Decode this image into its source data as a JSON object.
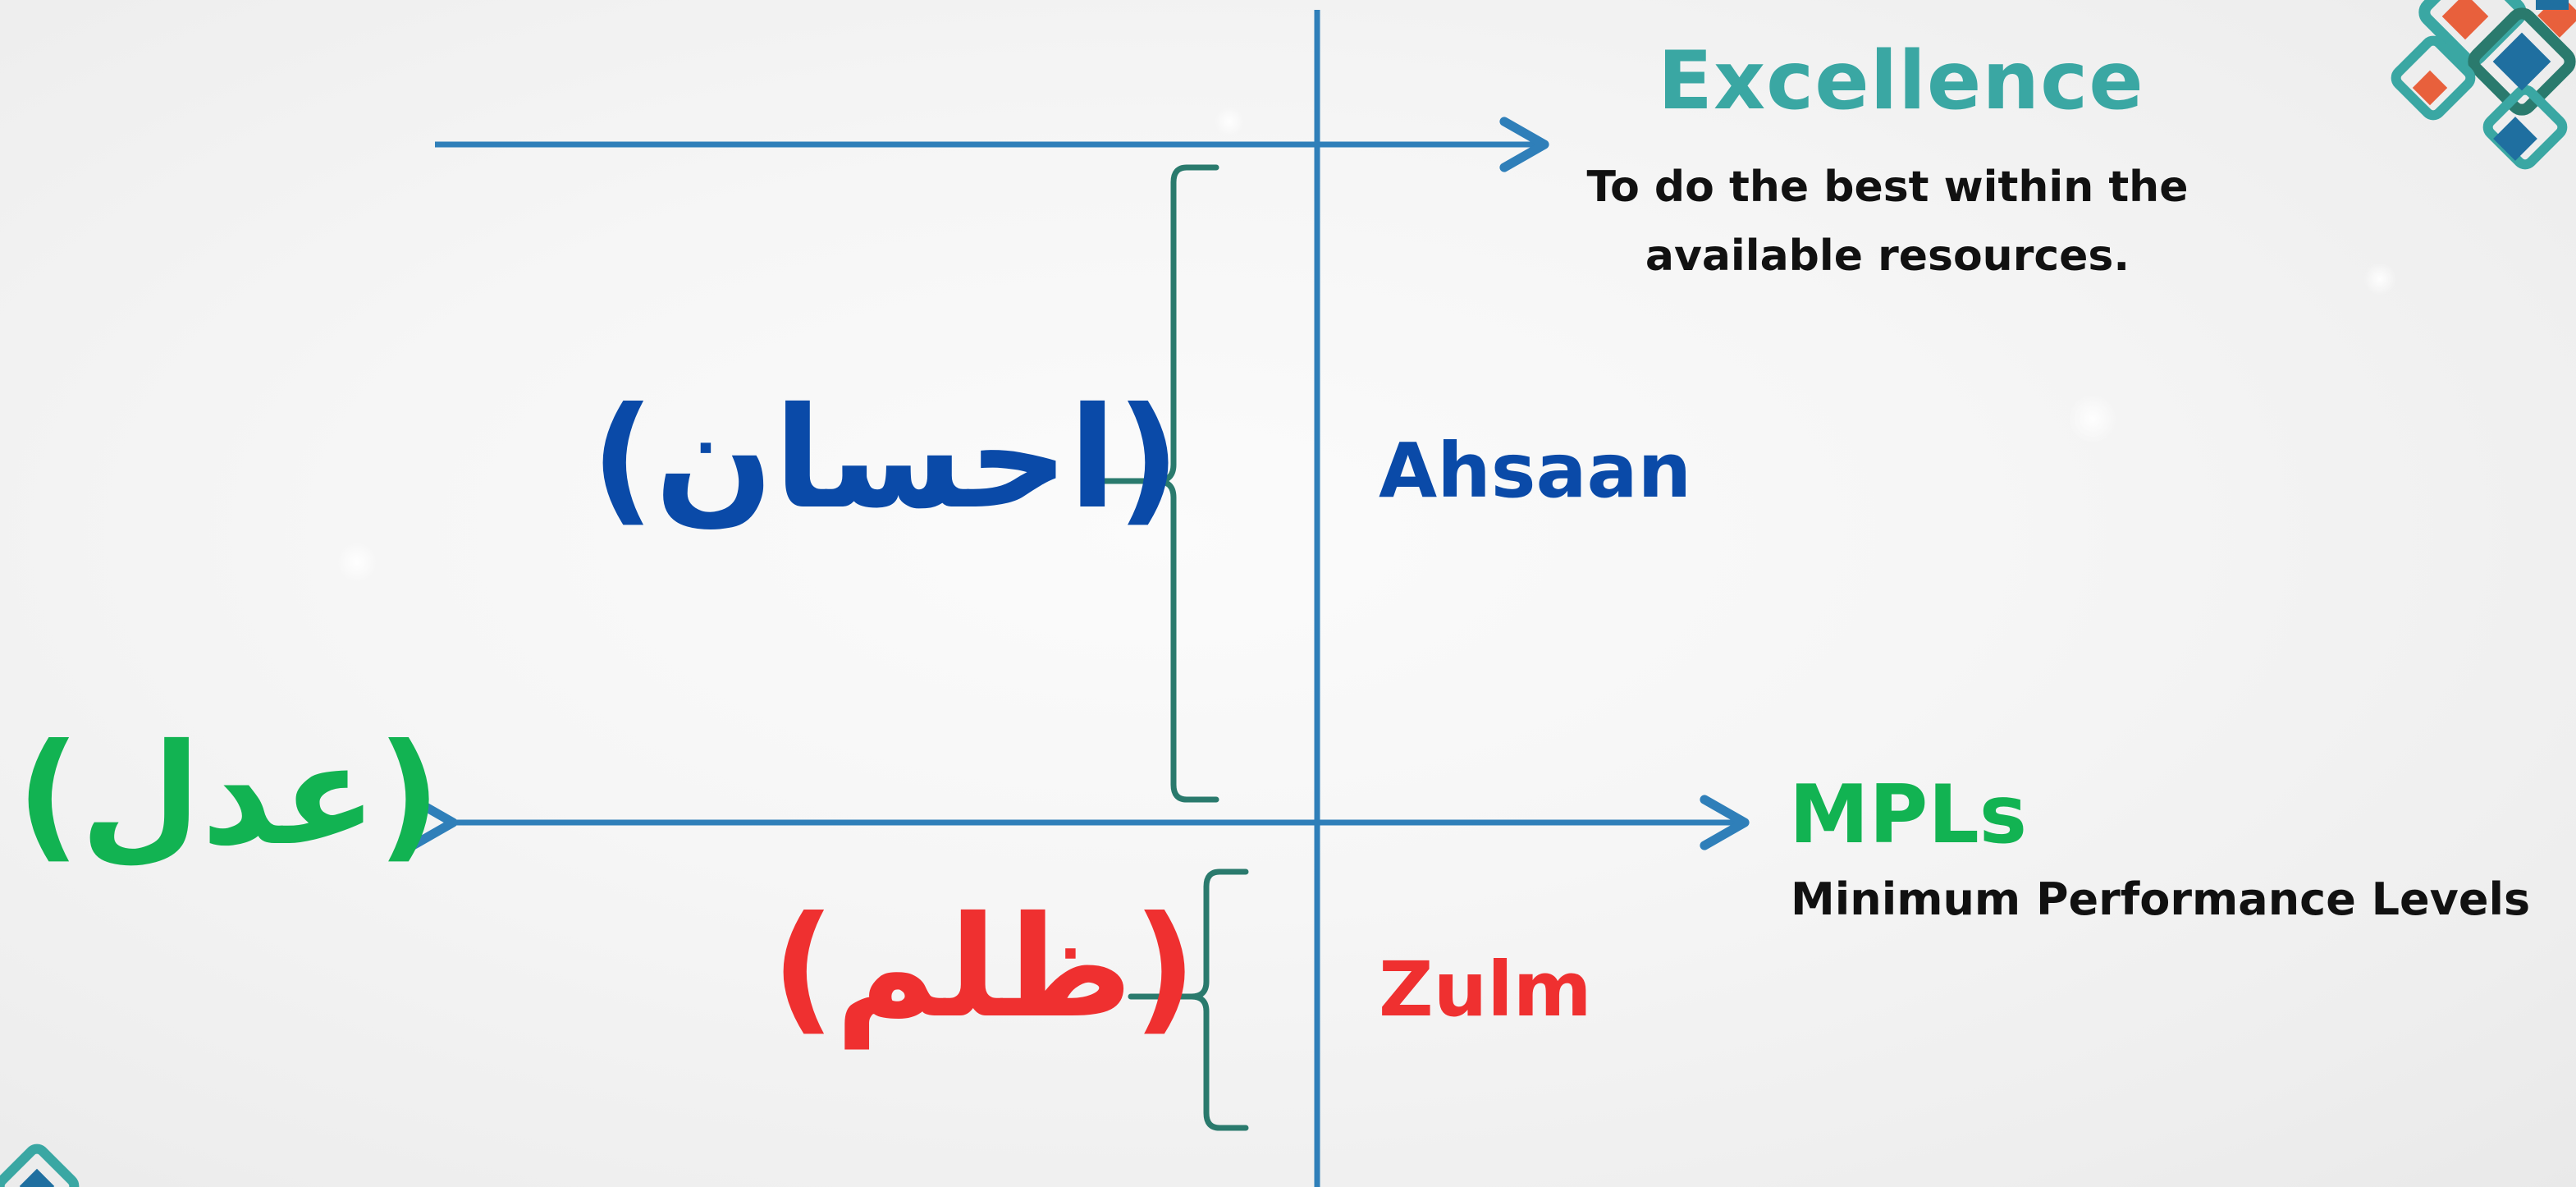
{
  "colors": {
    "line_blue": "#2f7fb9",
    "bracket_teal": "#2a7a6d",
    "excellence_teal": "#3aa7a3",
    "ahsaan_blue": "#0a4aa8",
    "mpls_green": "#12b352",
    "zulm_red": "#ef3030",
    "text_dark": "#111111"
  },
  "excellence": {
    "title": "Excellence",
    "description": "To do the best within the available resources."
  },
  "mpls": {
    "title": "MPLs",
    "description": "Minimum Performance Levels"
  },
  "terms": {
    "ahsaan": {
      "latin": "Ahsaan",
      "urdu": "(احسان)"
    },
    "adl": {
      "urdu": "(عدل)"
    },
    "zulm": {
      "latin": "Zulm",
      "urdu": "(ظلم)"
    }
  },
  "decorations": {
    "top_right": "islamic-knot-ornament",
    "bottom_left": "islamic-knot-ornament"
  }
}
